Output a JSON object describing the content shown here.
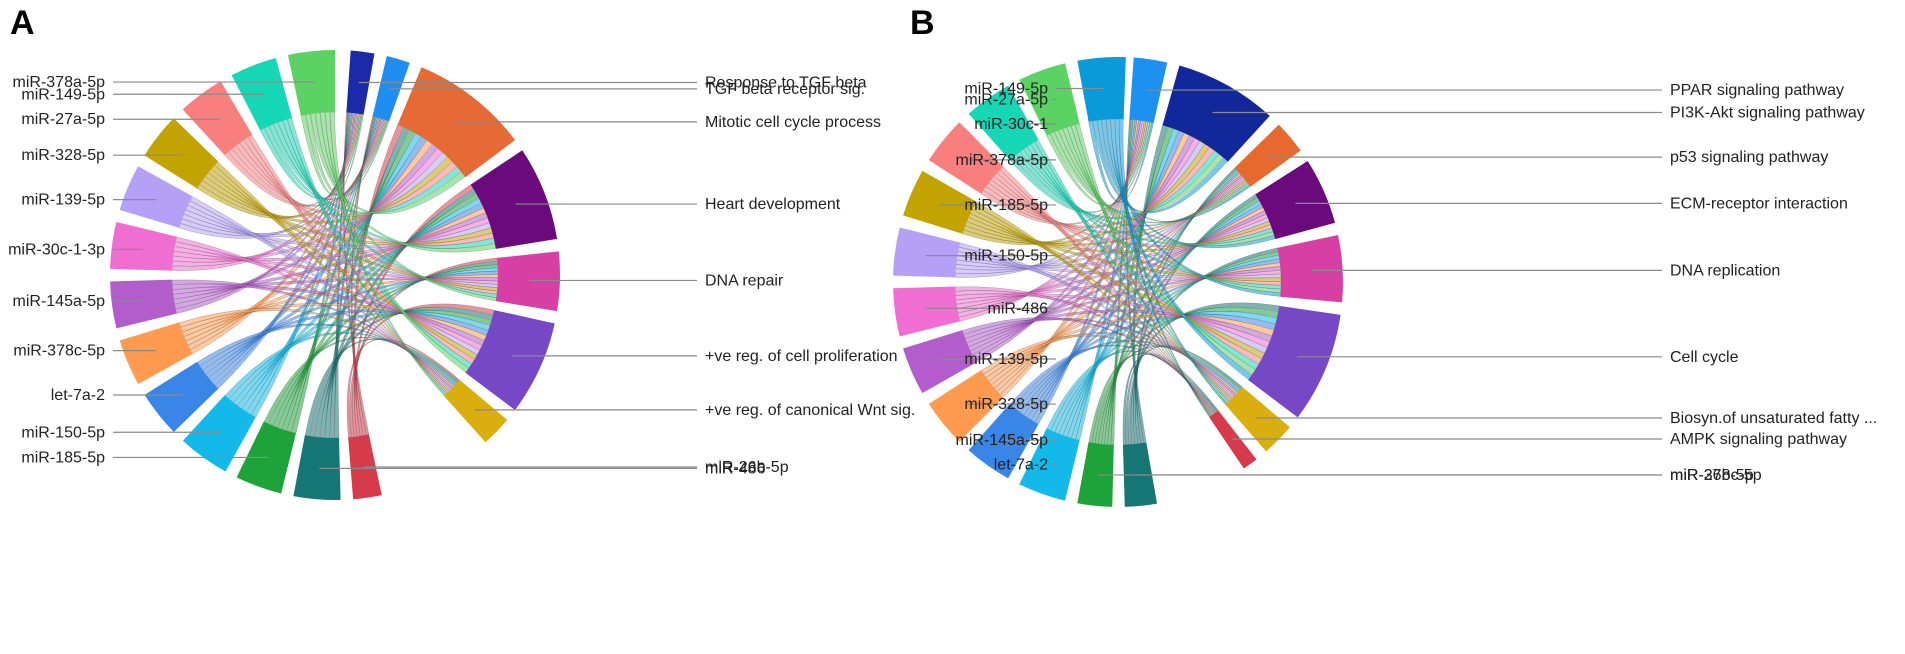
{
  "panels": [
    {
      "letter": "A",
      "terms": [
        {
          "label": "Response to TGF beta",
          "color": "#1b2aa8",
          "size": 1.0
        },
        {
          "label": "TGF beta receptor sig.",
          "color": "#1f8ef0",
          "size": 1.0
        },
        {
          "label": "Mitotic cell cycle process",
          "color": "#e56a35",
          "size": 5.0
        },
        {
          "label": "Heart development",
          "color": "#6a0a7c",
          "size": 4.0
        },
        {
          "label": "DNA repair",
          "color": "#d83fa5",
          "size": 2.5
        },
        {
          "label": "+ve reg. of cell proliferation",
          "color": "#7648c6",
          "size": 4.0
        },
        {
          "label": "+ve reg. of canonical Wnt sig.",
          "color": "#d9ae0e",
          "size": 1.3
        }
      ],
      "mirnas": [
        {
          "label": "miR-26b-5p",
          "color": "#d63b4b",
          "size": 1.1
        },
        {
          "label": "miR-486",
          "color": "#167575",
          "size": 1.8
        },
        {
          "label": "miR-185-5p",
          "color": "#1ea33a",
          "size": 1.8
        },
        {
          "label": "miR-150-5p",
          "color": "#13b9e8",
          "size": 2.0
        },
        {
          "label": "let-7a-2",
          "color": "#3a86e8",
          "size": 1.8
        },
        {
          "label": "miR-378c-5p",
          "color": "#ff9a4f",
          "size": 1.8
        },
        {
          "label": "miR-145a-5p",
          "color": "#b35ccc",
          "size": 1.8
        },
        {
          "label": "miR-30c-1-3p",
          "color": "#f06ed2",
          "size": 1.8
        },
        {
          "label": "miR-139-5p",
          "color": "#b4a1f7",
          "size": 1.8
        },
        {
          "label": "miR-328-5p",
          "color": "#c2a300",
          "size": 1.8
        },
        {
          "label": "miR-27a-5p",
          "color": "#f97f7f",
          "size": 1.8
        },
        {
          "label": "miR-149-5p",
          "color": "#15d7b5",
          "size": 1.8
        },
        {
          "label": "miR-378a-5p",
          "color": "#5cd265",
          "size": 1.8
        }
      ]
    },
    {
      "letter": "B",
      "terms": [
        {
          "label": "PPAR signaling pathway",
          "color": "#1e90f0",
          "size": 1.3
        },
        {
          "label": "PI3K-Akt signaling pathway",
          "color": "#12279a",
          "size": 4.0
        },
        {
          "label": "p53 signaling pathway",
          "color": "#e66a30",
          "size": 1.3
        },
        {
          "label": "ECM-receptor interaction",
          "color": "#6a0a7c",
          "size": 2.6
        },
        {
          "label": "DNA replication",
          "color": "#d83fa5",
          "size": 2.6
        },
        {
          "label": "Cell cycle",
          "color": "#7648c6",
          "size": 4.3
        },
        {
          "label": "Biosyn.of unsaturated fatty ...",
          "color": "#d9ae0e",
          "size": 1.3
        },
        {
          "label": "AMPK signaling pathway",
          "color": "#d63b4b",
          "size": 0.6
        }
      ],
      "mirnas": [
        {
          "label": "miR-26b-5p",
          "color": "#167575",
          "size": 1.2
        },
        {
          "label": "miR-378c-5p",
          "color": "#1ea33a",
          "size": 1.3
        },
        {
          "label": "let-7a-2",
          "color": "#13b9e8",
          "size": 1.8
        },
        {
          "label": "miR-145a-5p",
          "color": "#3a86e8",
          "size": 1.8
        },
        {
          "label": "miR-328-5p",
          "color": "#ff9a4f",
          "size": 1.8
        },
        {
          "label": "miR-139-5p",
          "color": "#b35ccc",
          "size": 1.8
        },
        {
          "label": "miR-486",
          "color": "#f06ed2",
          "size": 1.8
        },
        {
          "label": "miR-150-5p",
          "color": "#b4a1f7",
          "size": 1.8
        },
        {
          "label": "miR-185-5p",
          "color": "#c2a300",
          "size": 1.8
        },
        {
          "label": "miR-378a-5p",
          "color": "#f97f7f",
          "size": 1.8
        },
        {
          "label": "miR-30c-1",
          "color": "#15d7b5",
          "size": 1.8
        },
        {
          "label": "miR-27a-5p",
          "color": "#5cd265",
          "size": 1.8
        },
        {
          "label": "miR-149-5p",
          "color": "#0a9ad9",
          "size": 1.8
        }
      ]
    }
  ]
}
